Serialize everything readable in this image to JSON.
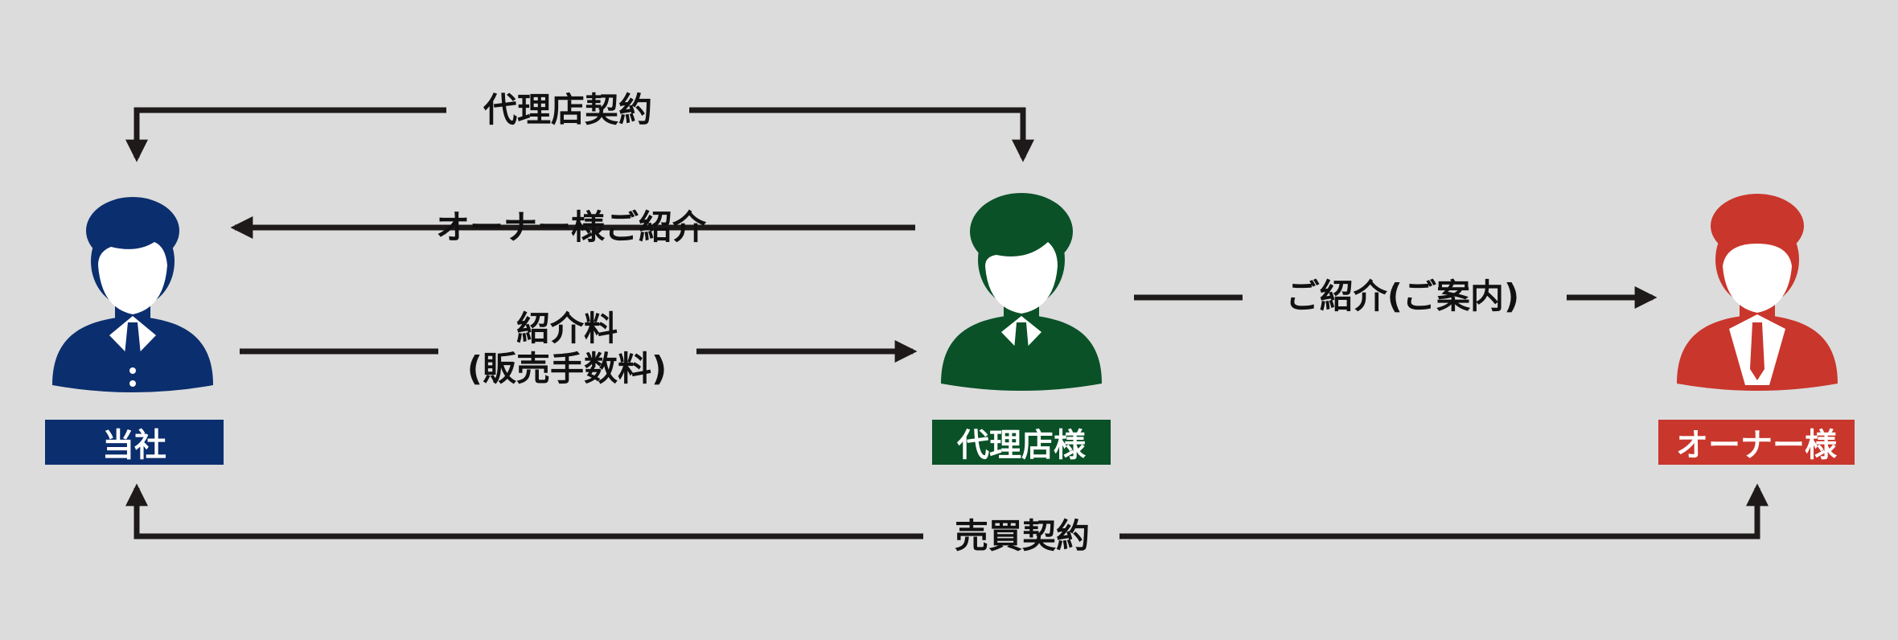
{
  "flows": {
    "agency_contract": "代理店契約",
    "owner_introduction": "オーナー様ご紹介",
    "fee_line1": "紹介料",
    "fee_line2": "(販売手数料)",
    "introduction_guidance": "ご紹介(ご案内)",
    "sales_contract": "売買契約"
  },
  "parties": {
    "company": {
      "label": "当社",
      "color": "#0b2e6e"
    },
    "agency": {
      "label": "代理店様",
      "color": "#0a5128"
    },
    "owner": {
      "label": "オーナー様",
      "color": "#c9362c"
    }
  },
  "colors": {
    "background": "#dcdcdc",
    "arrow": "#1e1a1a"
  }
}
